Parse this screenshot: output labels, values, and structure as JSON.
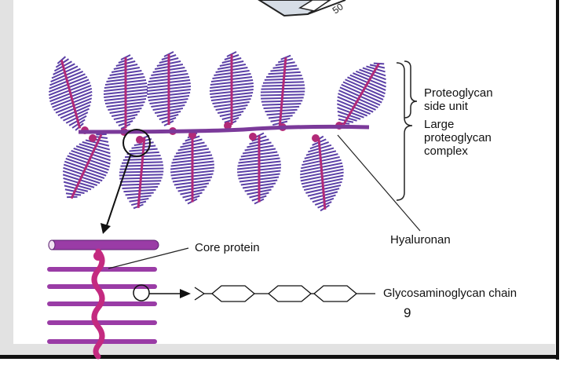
{
  "labels": {
    "box_number": "50",
    "proteoglycan_side_unit": "Proteoglycan\nside unit",
    "large_complex": "Large\nproteoglycan\ncomplex",
    "hyaluronan": "Hyaluronan",
    "core_protein": "Core protein",
    "gag_chain": "Glycosaminoglycan chain"
  },
  "page_number": "9",
  "colors": {
    "side_unit": "#5a3fa6",
    "core": "#b22a78",
    "hyaluronan": "#7b3a9a",
    "panel": "#e2e2e2",
    "border": "#111111"
  }
}
